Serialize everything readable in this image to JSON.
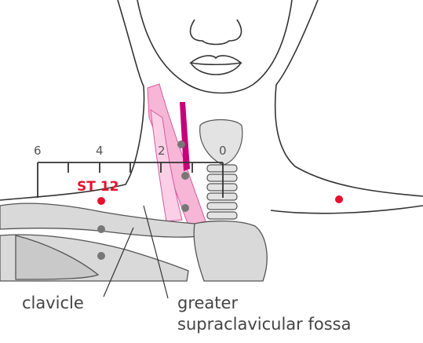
{
  "ruler": {
    "tick_labels": [
      "6",
      "4",
      "2",
      "0"
    ]
  },
  "point": {
    "label": "ST 12",
    "color": "#e8112d"
  },
  "captions": {
    "clavicle": "clavicle",
    "fossa_line1": "greater",
    "fossa_line2": "supraclavicular fossa"
  },
  "colors": {
    "outline": "#333333",
    "bone_fill": "#d9d9d9",
    "muscle_pink": "#f7b6d6",
    "muscle_magenta": "#c8007a",
    "marker_grey": "#777777"
  }
}
